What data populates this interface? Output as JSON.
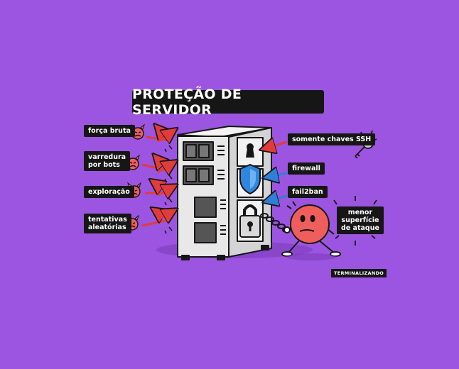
{
  "title": "PROTEÇÃO DE SERVIDOR",
  "threats": [
    {
      "label": "força bruta",
      "icon": "devil-face-icon"
    },
    {
      "label": "varredura\npor bots",
      "icon": "devil-face-icon"
    },
    {
      "label": "exploração",
      "icon": "devil-face-icon"
    },
    {
      "label": "tentativas\naleatórias",
      "icon": "devil-face-icon"
    }
  ],
  "defenses": [
    {
      "label": "somente chaves SSH",
      "icon": "keyhole-icon"
    },
    {
      "label": "firewall",
      "icon": "shield-icon"
    },
    {
      "label": "fail2ban",
      "icon": "padlock-icon"
    }
  ],
  "mascot_caption": "menor\nsuperfície\nde ataque",
  "brand": "TERMINALIZANDO",
  "colors": {
    "background": "#9b55e0",
    "label_bg": "#161616",
    "arrow_red": "#e23b3b",
    "arrow_blue": "#2f7fd8",
    "shield_blue": "#2f86e0",
    "mascot": "#ef5d5d",
    "server_body": "#e3e3e3"
  }
}
